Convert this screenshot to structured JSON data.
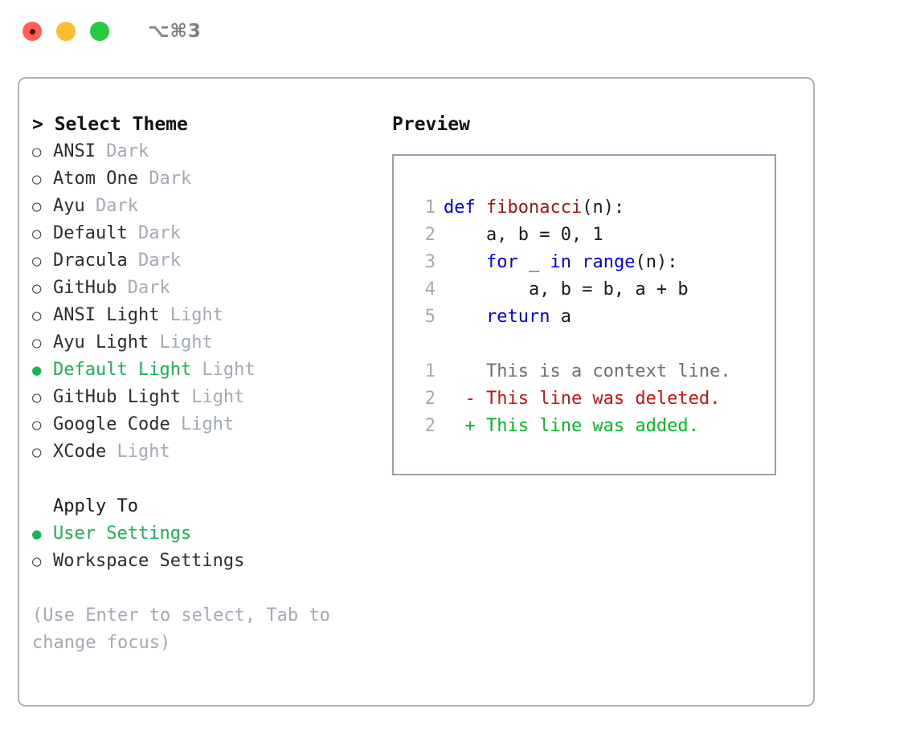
{
  "titlebar": {
    "shortcut": "⌥⌘3",
    "lights": [
      {
        "name": "close",
        "color": "#ff5f57"
      },
      {
        "name": "minimize",
        "color": "#febc2e"
      },
      {
        "name": "maximize",
        "color": "#28c840"
      }
    ]
  },
  "theme_picker": {
    "header": "> Select Theme",
    "selected_bullet": "●",
    "unselected_bullet": "○",
    "items": [
      {
        "label": "ANSI",
        "tag": "Dark",
        "selected": false
      },
      {
        "label": "Atom One",
        "tag": "Dark",
        "selected": false
      },
      {
        "label": "Ayu",
        "tag": "Dark",
        "selected": false
      },
      {
        "label": "Default",
        "tag": "Dark",
        "selected": false
      },
      {
        "label": "Dracula",
        "tag": "Dark",
        "selected": false
      },
      {
        "label": "GitHub",
        "tag": "Dark",
        "selected": false
      },
      {
        "label": "ANSI Light",
        "tag": "Light",
        "selected": false
      },
      {
        "label": "Ayu Light",
        "tag": "Light",
        "selected": false
      },
      {
        "label": "Default Light",
        "tag": "Light",
        "selected": true
      },
      {
        "label": "GitHub Light",
        "tag": "Light",
        "selected": false
      },
      {
        "label": "Google Code",
        "tag": "Light",
        "selected": false
      },
      {
        "label": "XCode",
        "tag": "Light",
        "selected": false
      }
    ]
  },
  "apply_to": {
    "header": "Apply To",
    "items": [
      {
        "label": "User Settings",
        "selected": true
      },
      {
        "label": "Workspace Settings",
        "selected": false
      }
    ]
  },
  "hint": "(Use Enter to select, Tab to change focus)",
  "preview": {
    "title": "Preview",
    "code_lines": [
      {
        "num": "1",
        "indent": "",
        "segments": [
          {
            "text": "def ",
            "style": "kw"
          },
          {
            "text": "fibonacci",
            "style": "fn"
          },
          {
            "text": "(n):",
            "style": "plain"
          }
        ]
      },
      {
        "num": "2",
        "indent": "    ",
        "segments": [
          {
            "text": "a, b = 0, 1",
            "style": "plain"
          }
        ]
      },
      {
        "num": "3",
        "indent": "    ",
        "segments": [
          {
            "text": "for",
            "style": "kw"
          },
          {
            "text": " _ ",
            "style": "plain"
          },
          {
            "text": "in",
            "style": "kw"
          },
          {
            "text": " ",
            "style": "plain"
          },
          {
            "text": "range",
            "style": "kw"
          },
          {
            "text": "(n):",
            "style": "plain"
          }
        ]
      },
      {
        "num": "4",
        "indent": "        ",
        "segments": [
          {
            "text": "a, b = b, a + b",
            "style": "plain"
          }
        ]
      },
      {
        "num": "5",
        "indent": "    ",
        "segments": [
          {
            "text": "return",
            "style": "kw"
          },
          {
            "text": " a",
            "style": "plain"
          }
        ]
      }
    ],
    "diff_lines": [
      {
        "num": "1",
        "marker": "  ",
        "text": "This is a context line.",
        "style": "diff-ctx"
      },
      {
        "num": "2",
        "marker": "- ",
        "text": "This line was deleted.",
        "style": "diff-del"
      },
      {
        "num": "2",
        "marker": "+ ",
        "text": "This line was added.",
        "style": "diff-add"
      }
    ]
  },
  "colors": {
    "accent_green": "#19b254",
    "muted": "#a2aab6",
    "keyword_blue": "#0000ee",
    "function_red": "#a31515",
    "diff_deleted": "#cc1111",
    "diff_added": "#00bb22",
    "border": "#aab3c0"
  }
}
